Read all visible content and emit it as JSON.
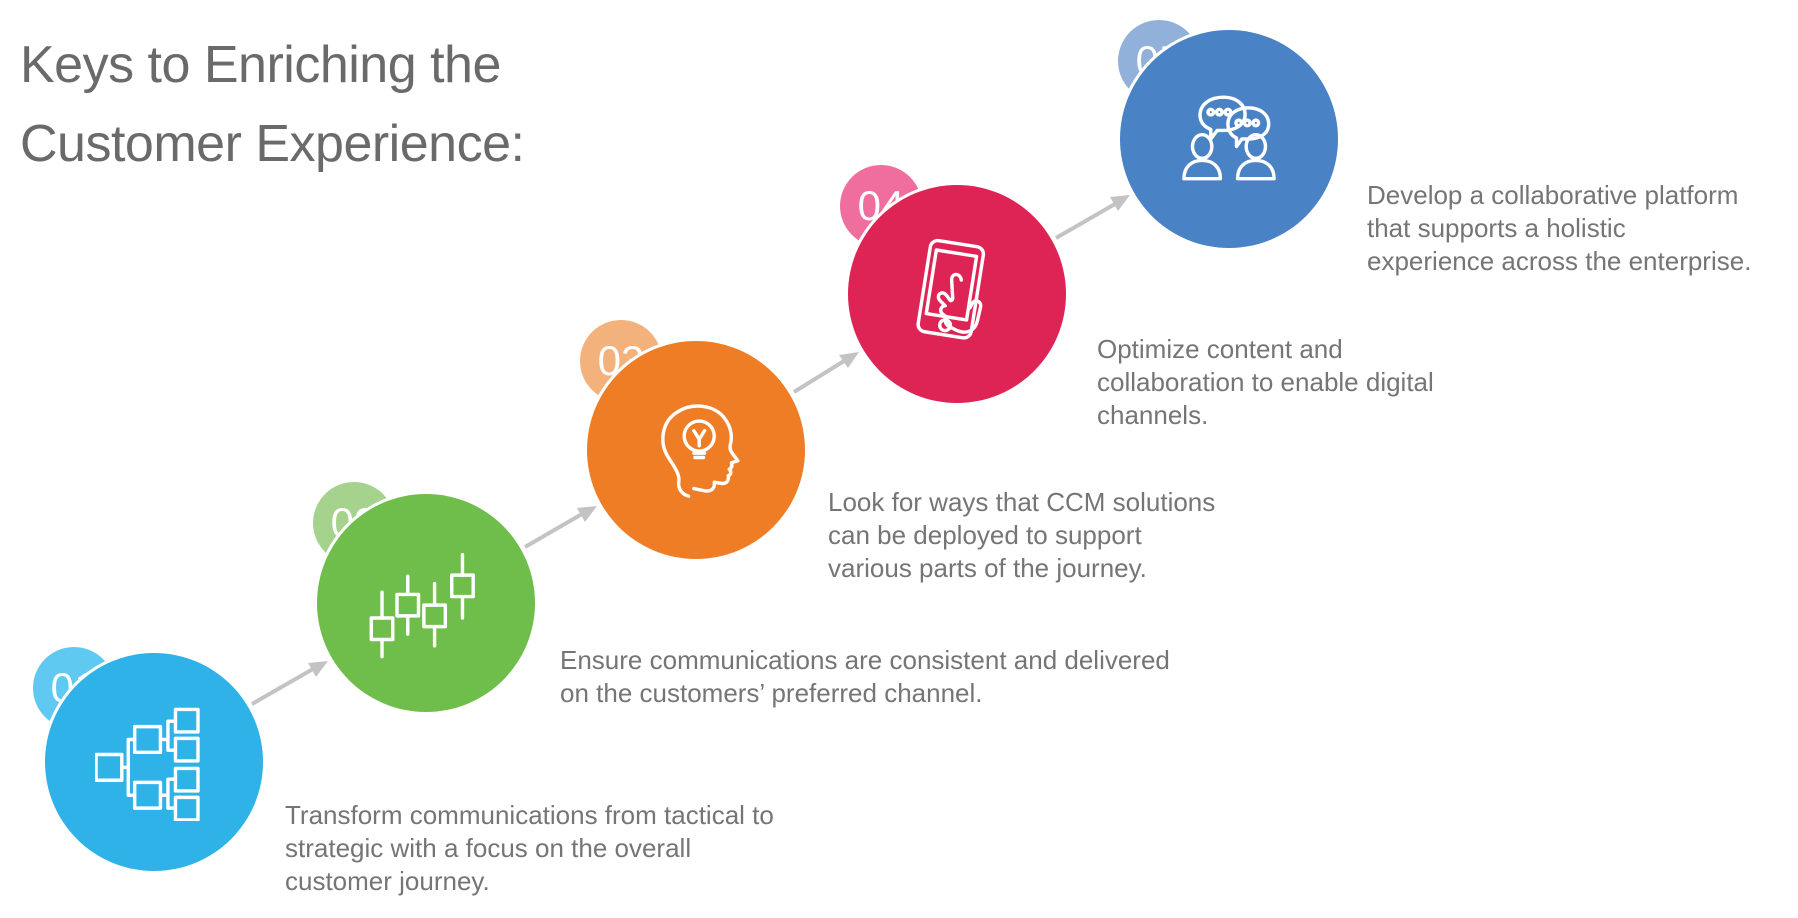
{
  "title": {
    "line1": "Keys to Enriching the",
    "line2": "Customer Experience:"
  },
  "colors": {
    "background": "#ffffff",
    "title_text": "#6a6a6a",
    "body_text": "#757575",
    "arrow": "#c3c3c3",
    "number_text": "#ffffff",
    "icon_stroke": "#ffffff"
  },
  "steps": [
    {
      "number": "01",
      "icon": "hierarchy-icon",
      "circle_color": "#2fb2e8",
      "badge_color": "#5fc9f2",
      "lines": [
        "Transform communications from tactical to",
        "strategic with a focus on the overall",
        "customer journey."
      ]
    },
    {
      "number": "02",
      "icon": "sliders-icon",
      "circle_color": "#6fbe4c",
      "badge_color": "#a5d38d",
      "lines": [
        "Ensure communications are consistent and delivered",
        "on the customers’ preferred channel."
      ]
    },
    {
      "number": "03",
      "icon": "idea-head-icon",
      "circle_color": "#ef7d26",
      "badge_color": "#f3b17c",
      "lines": [
        "Look for ways that CCM solutions",
        "can be deployed to support",
        "various parts of the journey."
      ]
    },
    {
      "number": "04",
      "icon": "tablet-touch-icon",
      "circle_color": "#de2455",
      "badge_color": "#ef6e9e",
      "lines": [
        "Optimize content and",
        "collaboration to enable digital",
        "channels."
      ]
    },
    {
      "number": "05",
      "icon": "conversation-icon",
      "circle_color": "#4a82c6",
      "badge_color": "#92b1da",
      "lines": [
        "Develop a collaborative platform",
        "that supports a holistic",
        "experience across the enterprise."
      ]
    }
  ]
}
